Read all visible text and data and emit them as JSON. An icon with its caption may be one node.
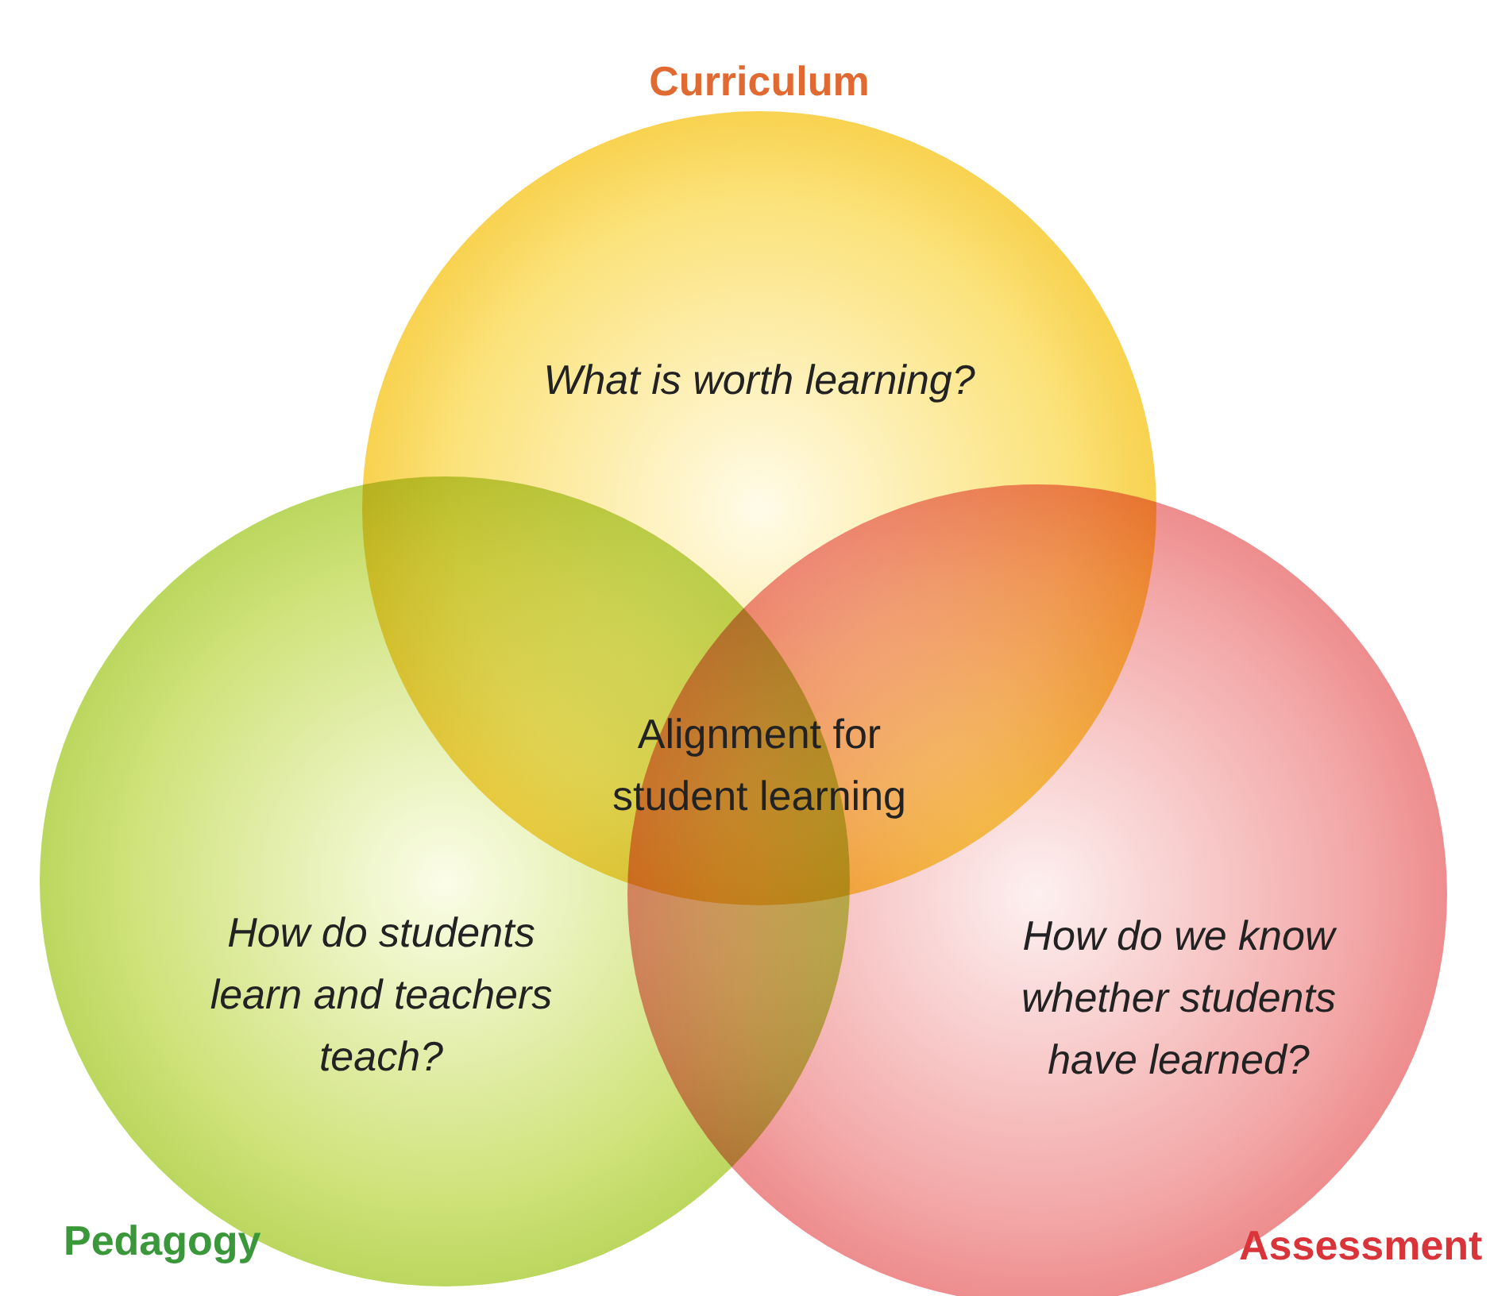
{
  "diagram": {
    "nodes": [
      {
        "text": [
          "Curriculum",
          "What is worth learning?"
        ]
      },
      {
        "text": [
          "How do students learn and teachers teach?",
          "Pedagogy"
        ]
      },
      {
        "text": [
          "How do we know whether students have learned?",
          "Assessment"
        ]
      }
    ],
    "labels": [
      "Alignment for student learning"
    ]
  }
}
